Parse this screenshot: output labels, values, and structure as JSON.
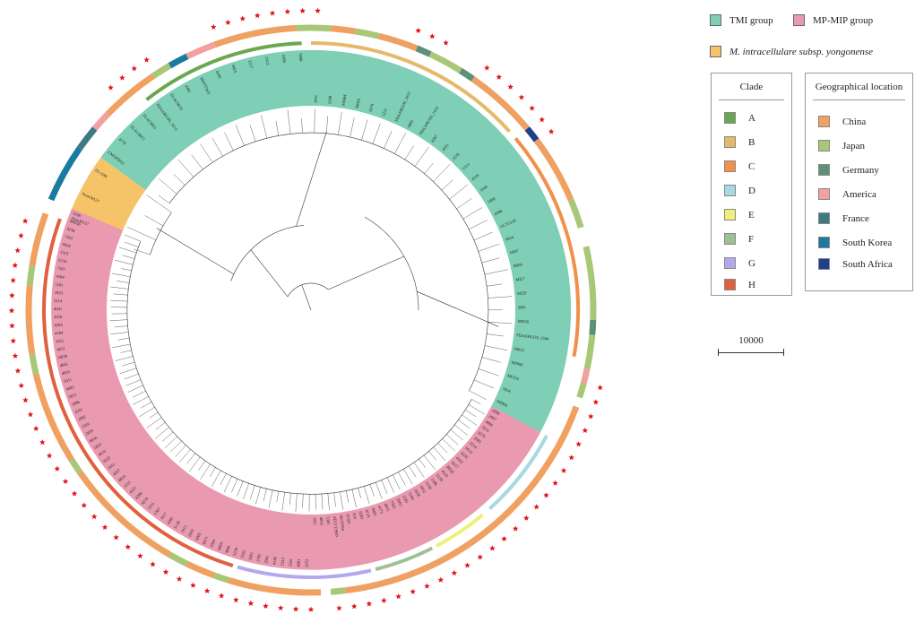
{
  "legend_groups": [
    {
      "label": "TMI group",
      "color": "#7ecfb5"
    },
    {
      "label": "MP-MIP group",
      "color": "#e99ab0"
    },
    {
      "label": "M. intracellulare subsp. yongonense",
      "color": "#f5c469"
    }
  ],
  "clade_legend": {
    "title": "Clade",
    "items": [
      {
        "label": "A",
        "color": "#6aa84f"
      },
      {
        "label": "B",
        "color": "#e5b96a"
      },
      {
        "label": "C",
        "color": "#f0904a"
      },
      {
        "label": "D",
        "color": "#a8d8e0"
      },
      {
        "label": "E",
        "color": "#eef07c"
      },
      {
        "label": "F",
        "color": "#9fbf95"
      },
      {
        "label": "G",
        "color": "#b3a8f0"
      },
      {
        "label": "H",
        "color": "#e06040"
      }
    ]
  },
  "geo_legend": {
    "title": "Geographical location",
    "items": [
      {
        "label": "China",
        "color": "#f0a060"
      },
      {
        "label": "Japan",
        "color": "#a8c878"
      },
      {
        "label": "Germany",
        "color": "#5e8f78"
      },
      {
        "label": "America",
        "color": "#f2a0a0"
      },
      {
        "label": "France",
        "color": "#3e7a82"
      },
      {
        "label": "South Korea",
        "color": "#1a7aa0"
      },
      {
        "label": "South Africa",
        "color": "#1e3f8a"
      }
    ]
  },
  "scale_bar": {
    "label": "10000"
  },
  "tip_labels": {
    "orange": [
      "Ason30127",
      "Ason30127",
      "05-1390"
    ],
    "teal": [
      "CMAP0021",
      "4779",
      "FLAC0013",
      "FLAC0051",
      "FDAARGOS_1614",
      "FLAC0079",
      "4381",
      "MOTT36Y",
      "4296",
      "8025",
      "2317",
      "2313",
      "4369",
      "5098",
      "1901",
      "2268",
      "MI004",
      "M006",
      "5078",
      "5251",
      "FDAARGOS_1612",
      "4985",
      "FDAARGOS_1616",
      "4287",
      "4251",
      "2576",
      "1313",
      "4318",
      "1944",
      "1900",
      "4388",
      "UCT2130",
      "9024",
      "MI07",
      "MI00",
      "MI27",
      "MI29",
      "M05",
      "MI030",
      "FDAARGOS_1564",
      "M023",
      "M0086",
      "M0104",
      "1824",
      "MI066"
    ],
    "pink": [
      "2006",
      "2067",
      "3886",
      "7075",
      "3279",
      "2083",
      "5214",
      "0016",
      "4235",
      "4262",
      "4317",
      "MI26",
      "4519",
      "5139",
      "1386",
      "5158",
      "1812",
      "1658",
      "5184",
      "3183",
      "2983",
      "7565",
      "4815",
      "4173",
      "4083",
      "4133",
      "5201",
      "S10",
      "TCH1",
      "MOTT64",
      "ATCC13950",
      "5301",
      "4810",
      "1911",
      "2653",
      "4081",
      "3561",
      "2313",
      "4146",
      "2581",
      "2781",
      "3001",
      "5322",
      "5239",
      "M00",
      "MI01",
      "1004",
      "8271",
      "4202",
      "2203",
      "1915",
      "5139",
      "4285",
      "1617",
      "1307",
      "1216",
      "4219",
      "4296",
      "4325",
      "3315",
      "4814",
      "4197",
      "1011",
      "4322",
      "4016",
      "1853",
      "6016",
      "2839",
      "3316",
      "1802",
      "4291",
      "1896",
      "5021",
      "4083",
      "5011",
      "4816",
      "4845",
      "MI39",
      "4032",
      "1821",
      "4284",
      "4294",
      "2016",
      "4041",
      "5114",
      "1823",
      "5181",
      "4264",
      "7507",
      "6130",
      "5315",
      "6818",
      "7303",
      "4156",
      "MI036",
      "5199"
    ]
  }
}
